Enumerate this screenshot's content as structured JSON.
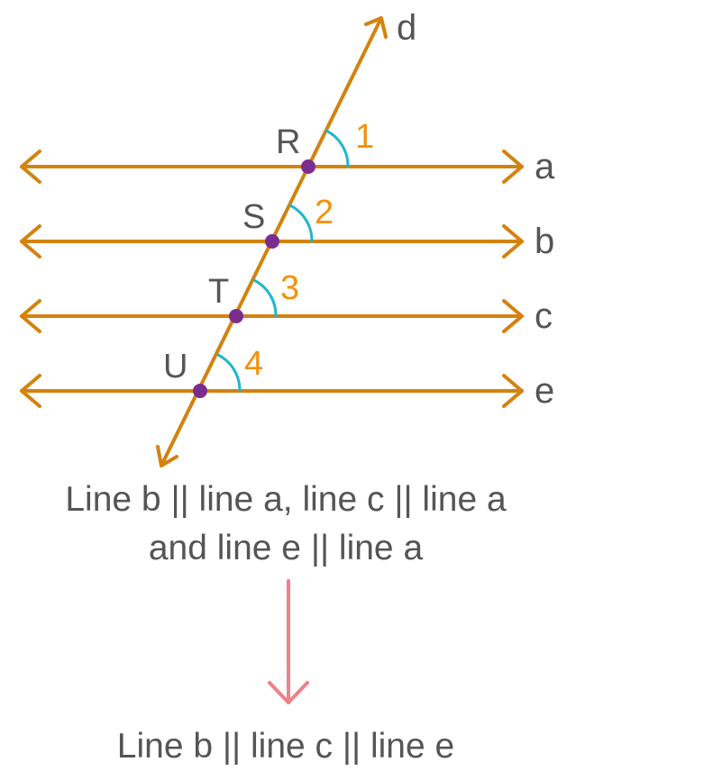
{
  "colors": {
    "line": "#D4820E",
    "point": "#7B2C8F",
    "angle_arc": "#22B5CF",
    "angle_label": "#F2920A",
    "arrow": "#F0808A",
    "text": "#555555"
  },
  "lines": {
    "a": "a",
    "b": "b",
    "c": "c",
    "e": "e",
    "d": "d"
  },
  "points": {
    "R": "R",
    "S": "S",
    "T": "T",
    "U": "U"
  },
  "angles": {
    "one": "1",
    "two": "2",
    "three": "3",
    "four": "4"
  },
  "statement": {
    "line1": "Line b || line a, line c || line a",
    "line2": "and line e || line a"
  },
  "conclusion": "Line b || line c || line e"
}
